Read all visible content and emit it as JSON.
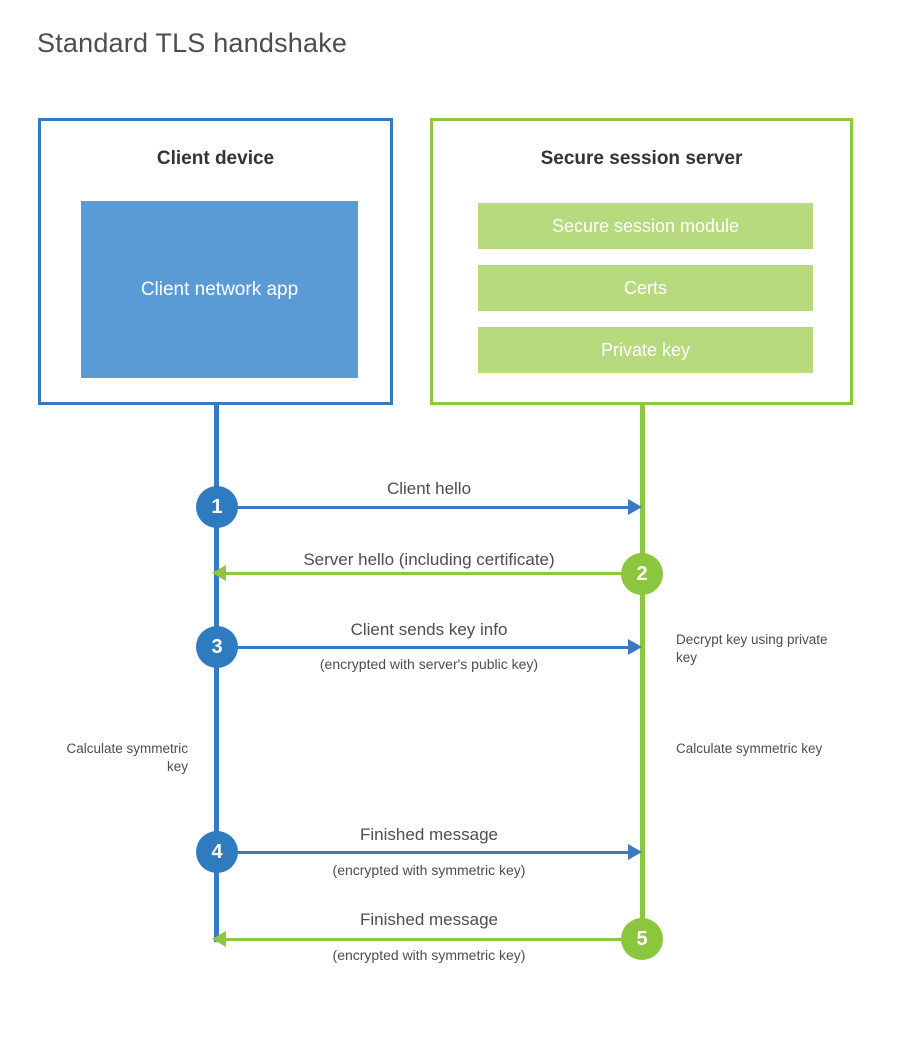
{
  "diagram": {
    "title": "Standard TLS handshake",
    "colors": {
      "client_accent": "#3c78be",
      "client_circle": "#2e7cbf",
      "client_app_fill": "#5b9bd5",
      "server_accent": "#8dc63f",
      "server_circle": "#8cc63e",
      "server_bar_fill": "#b7da7e",
      "text": "#4d4d4d",
      "heading": "#333333",
      "background": "#ffffff"
    }
  },
  "client": {
    "title": "Client device",
    "app_label": "Client network app",
    "note": "Calculate symmetric key"
  },
  "server": {
    "title": "Secure session server",
    "modules": [
      {
        "label": "Secure session module"
      },
      {
        "label": "Certs"
      },
      {
        "label": "Private key"
      }
    ],
    "note_decrypt": "Decrypt key using private key",
    "note_calculate": "Calculate symmetric key"
  },
  "steps": [
    {
      "number": "1",
      "label": "Client hello",
      "sublabel": "",
      "direction": "client-to-server",
      "color": "blue"
    },
    {
      "number": "2",
      "label": "Server hello (including certificate)",
      "sublabel": "",
      "direction": "server-to-client",
      "color": "green"
    },
    {
      "number": "3",
      "label": "Client sends key info",
      "sublabel": "(encrypted with server's public key)",
      "direction": "client-to-server",
      "color": "blue"
    },
    {
      "number": "4",
      "label": "Finished message",
      "sublabel": "(encrypted with symmetric key)",
      "direction": "client-to-server",
      "color": "blue"
    },
    {
      "number": "5",
      "label": "Finished message",
      "sublabel": "(encrypted with symmetric key)",
      "direction": "server-to-client",
      "color": "green"
    }
  ]
}
